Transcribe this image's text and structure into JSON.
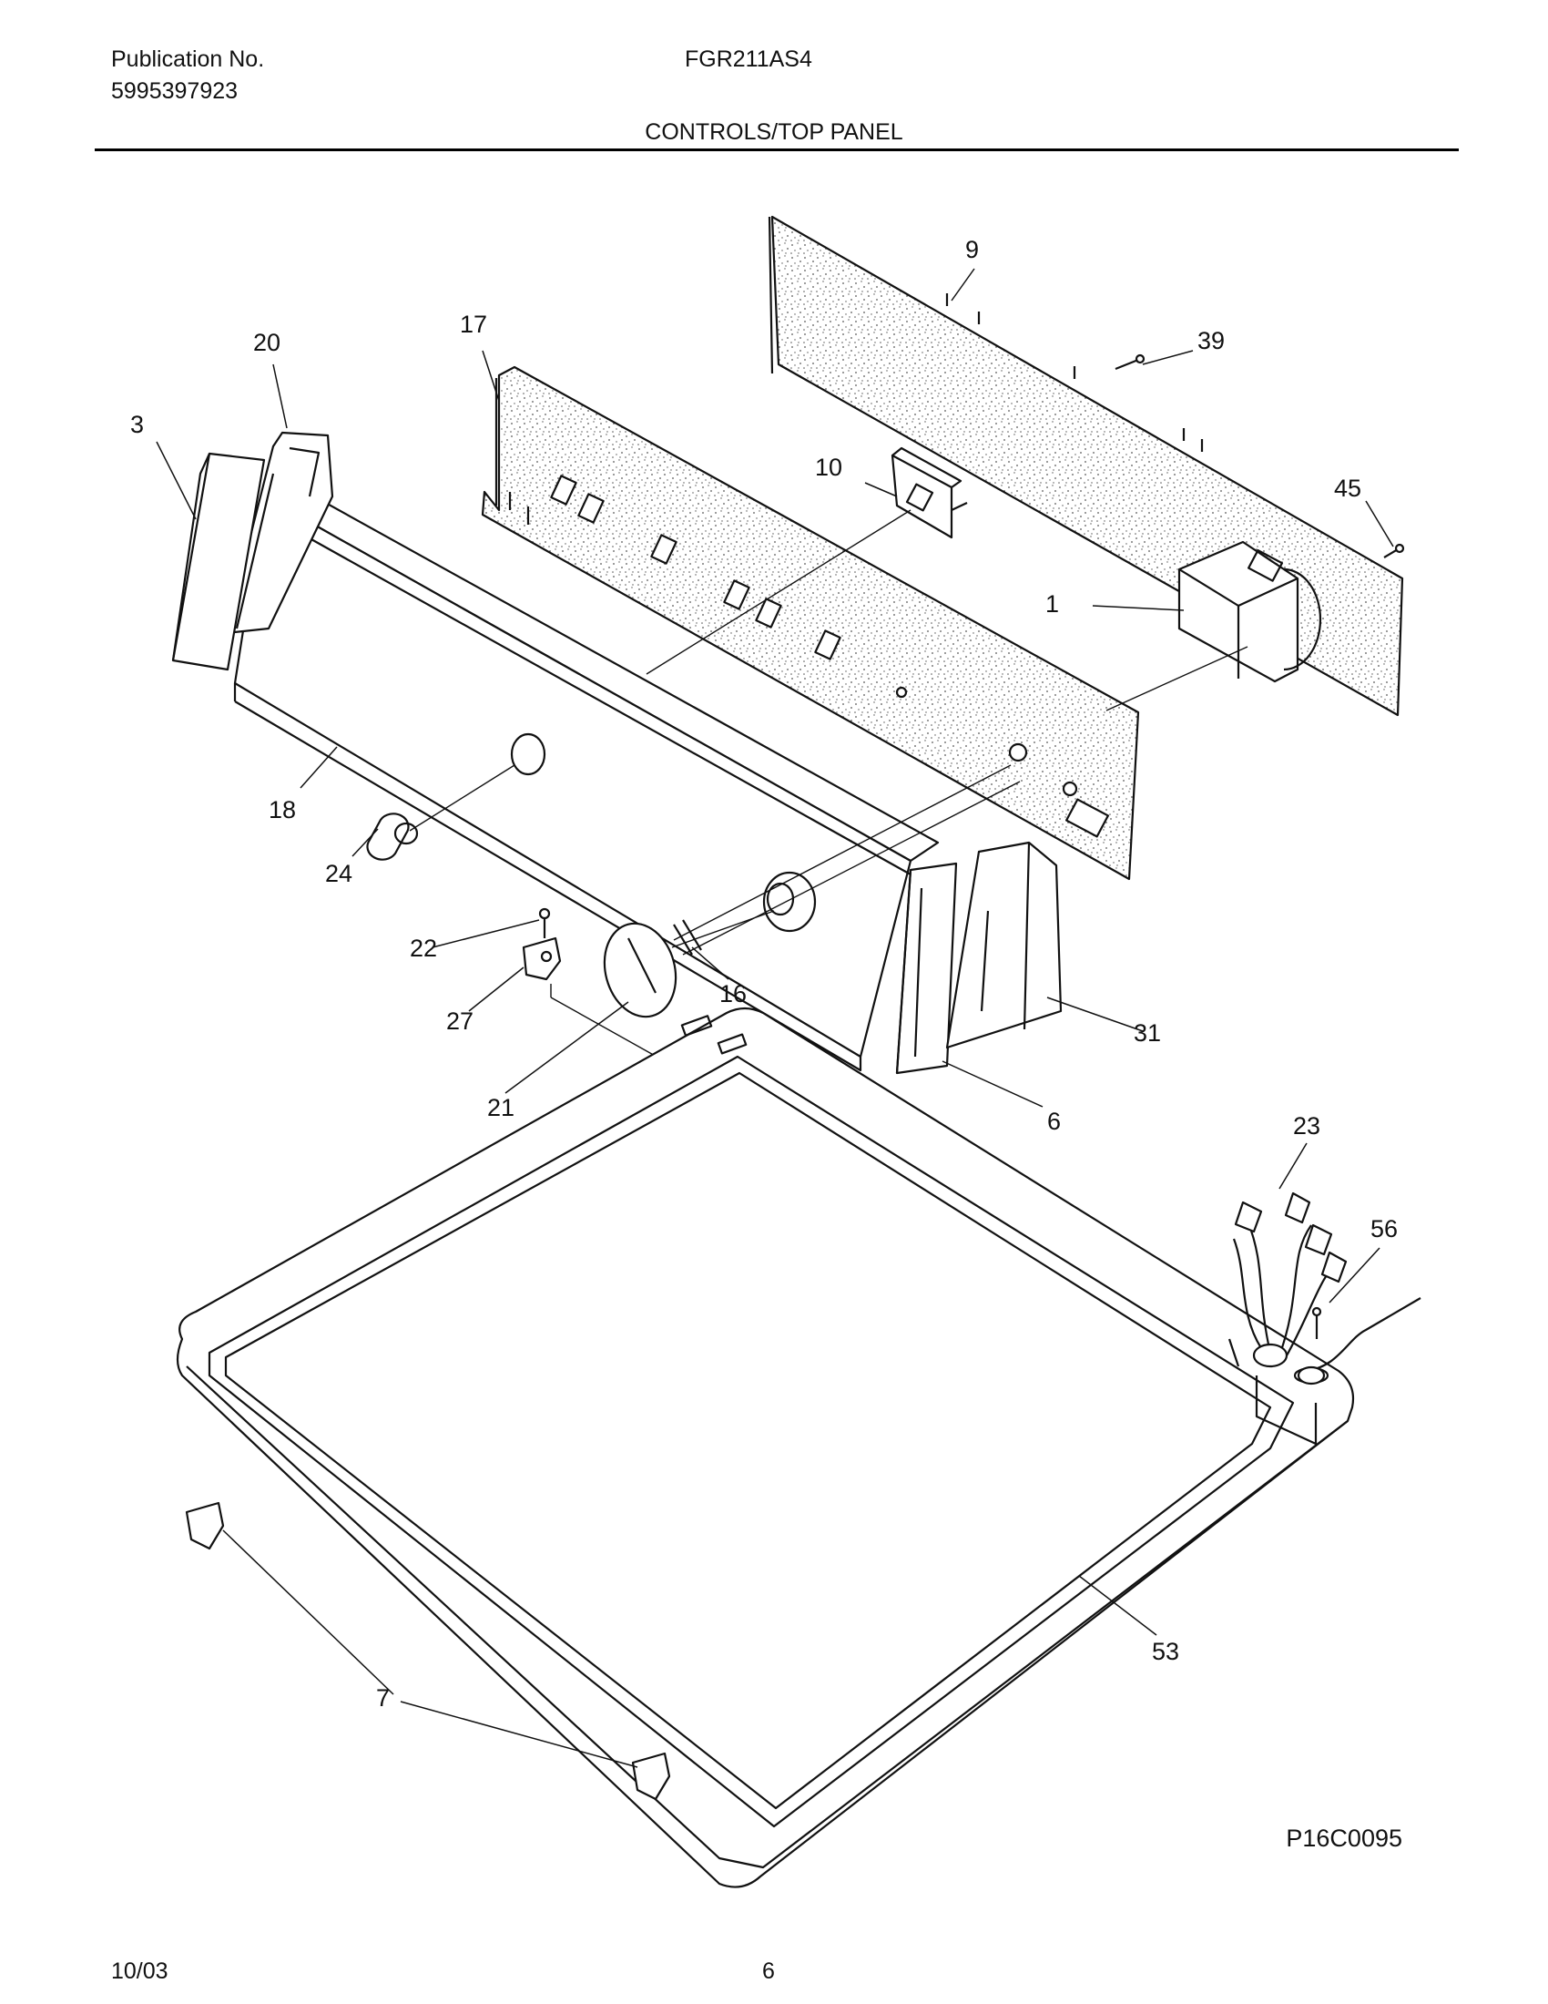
{
  "header": {
    "publication_label": "Publication No.",
    "publication_number": "5995397923",
    "model": "FGR211AS4",
    "section_title": "CONTROLS/TOP PANEL"
  },
  "parts": [
    {
      "id": "p9",
      "label": "9"
    },
    {
      "id": "p39",
      "label": "39"
    },
    {
      "id": "p17",
      "label": "17"
    },
    {
      "id": "p20",
      "label": "20"
    },
    {
      "id": "p3",
      "label": "3"
    },
    {
      "id": "p10",
      "label": "10"
    },
    {
      "id": "p45",
      "label": "45"
    },
    {
      "id": "p1",
      "label": "1"
    },
    {
      "id": "p18",
      "label": "18"
    },
    {
      "id": "p24",
      "label": "24"
    },
    {
      "id": "p22",
      "label": "22"
    },
    {
      "id": "p27",
      "label": "27"
    },
    {
      "id": "p16",
      "label": "16"
    },
    {
      "id": "p21",
      "label": "21"
    },
    {
      "id": "p31",
      "label": "31"
    },
    {
      "id": "p6",
      "label": "6"
    },
    {
      "id": "p23",
      "label": "23"
    },
    {
      "id": "p56",
      "label": "56"
    },
    {
      "id": "p53",
      "label": "53"
    },
    {
      "id": "p7",
      "label": "7"
    }
  ],
  "footer": {
    "figure_code": "P16C0095",
    "date": "10/03",
    "page": "6"
  }
}
